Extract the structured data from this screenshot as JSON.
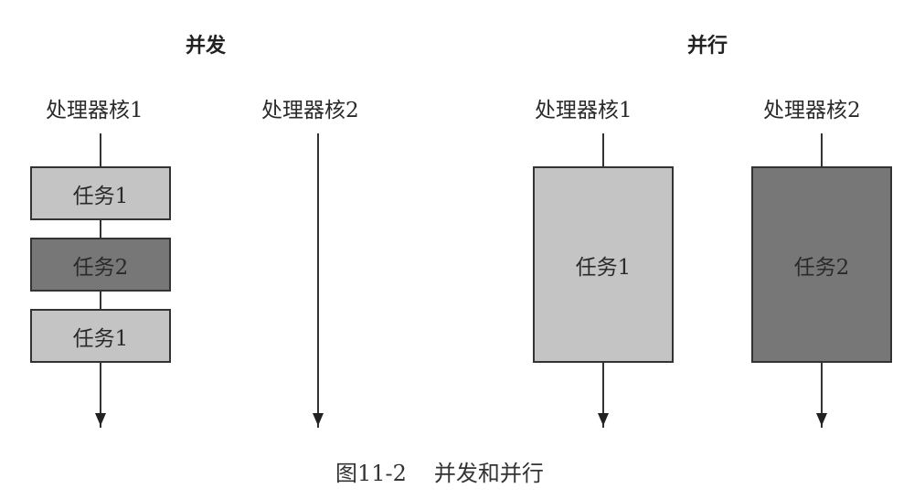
{
  "sections": {
    "concurrency": {
      "title": "并发",
      "cores": [
        {
          "label": "处理器核1",
          "tasks": [
            {
              "label": "任务1",
              "shade": "light"
            },
            {
              "label": "任务2",
              "shade": "dark"
            },
            {
              "label": "任务1",
              "shade": "light"
            }
          ]
        },
        {
          "label": "处理器核2",
          "tasks": []
        }
      ]
    },
    "parallelism": {
      "title": "并行",
      "cores": [
        {
          "label": "处理器核1",
          "tasks": [
            {
              "label": "任务1",
              "shade": "light"
            }
          ]
        },
        {
          "label": "处理器核2",
          "tasks": [
            {
              "label": "任务2",
              "shade": "dark"
            }
          ]
        }
      ]
    }
  },
  "caption": {
    "figure_number": "图11-2",
    "text": "并发和并行"
  },
  "colors": {
    "light_task": "#c4c4c4",
    "dark_task": "#777777",
    "line": "#333333"
  }
}
